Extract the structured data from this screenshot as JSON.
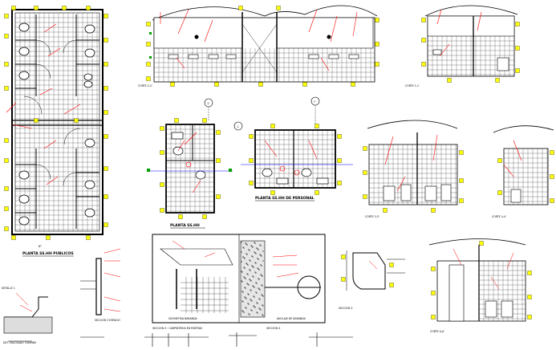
{
  "colors": {
    "line": "#000000",
    "annotation": "#ff0000",
    "marker": "#ffff00",
    "grid": "#000000",
    "dim": "#00a000",
    "level": "#0000ff"
  },
  "labels": {
    "plan_public": "PLANTA SS.HH PUBLICOS",
    "plan_ss": "PLANTA SS.HH",
    "plan_staff": "PLANTA SS.HH DE PERSONAL",
    "cut_2": "CORTE 2-2'",
    "cut_1": "CORTE 1-1'",
    "cut_3": "CORTE 3-3'",
    "cut_4": "CORTE 4-4'",
    "cut_a": "CORTE A-A'",
    "detail_1": "DETALLE 1",
    "det_floor": "DET. ENLOSADO TARIMBO",
    "section_3": "SECCION 3",
    "section_4": "SECCION 4",
    "section_spacer": "SECCION 3 ESPACIO",
    "section_carp": "SECCION 3 : CARPINTERIA EN PUERTAS",
    "geometry": "GEOMETRIA BARANDA",
    "anchor": "ANCLAJE DE BARANDA",
    "axis_2": "2",
    "axis_f": "F",
    "axis_1": "1"
  }
}
